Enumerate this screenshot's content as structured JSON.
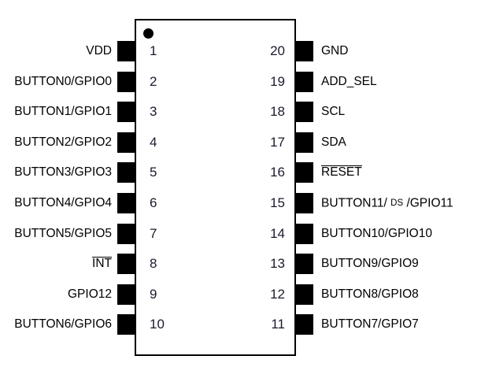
{
  "diagram": {
    "title": "20-pin IC pinout diagram",
    "package": {
      "body_fill": "#ffffff",
      "body_stroke": "#000000",
      "pin_fill": "#000000",
      "pin_count": 20,
      "pin1_marker": "dot"
    },
    "left_pins": [
      {
        "number": "1",
        "label": "VDD",
        "overline": false
      },
      {
        "number": "2",
        "label": "BUTTON0/GPIO0",
        "overline": false
      },
      {
        "number": "3",
        "label": "BUTTON1/GPIO1",
        "overline": false
      },
      {
        "number": "4",
        "label": "BUTTON2/GPIO2",
        "overline": false
      },
      {
        "number": "5",
        "label": "BUTTON3/GPIO3",
        "overline": false
      },
      {
        "number": "6",
        "label": "BUTTON4/GPIO4",
        "overline": false
      },
      {
        "number": "7",
        "label": "BUTTON5/GPIO5",
        "overline": false
      },
      {
        "number": "8",
        "label": "INT",
        "overline": true
      },
      {
        "number": "9",
        "label": "GPIO12",
        "overline": false
      },
      {
        "number": "10",
        "label": "BUTTON6/GPIO6",
        "overline": false
      }
    ],
    "right_pins": [
      {
        "number": "20",
        "label": "GND",
        "overline": false
      },
      {
        "number": "19",
        "label": "ADD_SEL",
        "overline": false
      },
      {
        "number": "18",
        "label": "SCL",
        "overline": false
      },
      {
        "number": "17",
        "label": "SDA",
        "overline": false
      },
      {
        "number": "16",
        "label": "RESET",
        "overline": true
      },
      {
        "number": "15",
        "label": "BUTTON11/ DS /GPIO11",
        "overline": false,
        "parts": [
          {
            "text": "BUTTON11/ ",
            "small": false
          },
          {
            "text": "DS",
            "small": true
          },
          {
            "text": " /GPIO11",
            "small": false
          }
        ]
      },
      {
        "number": "14",
        "label": "BUTTON10/GPIO10",
        "overline": false
      },
      {
        "number": "13",
        "label": "BUTTON9/GPIO9",
        "overline": false
      },
      {
        "number": "12",
        "label": "BUTTON8/GPIO8",
        "overline": false
      },
      {
        "number": "11",
        "label": "BUTTON7/GPIO7",
        "overline": false
      }
    ]
  }
}
